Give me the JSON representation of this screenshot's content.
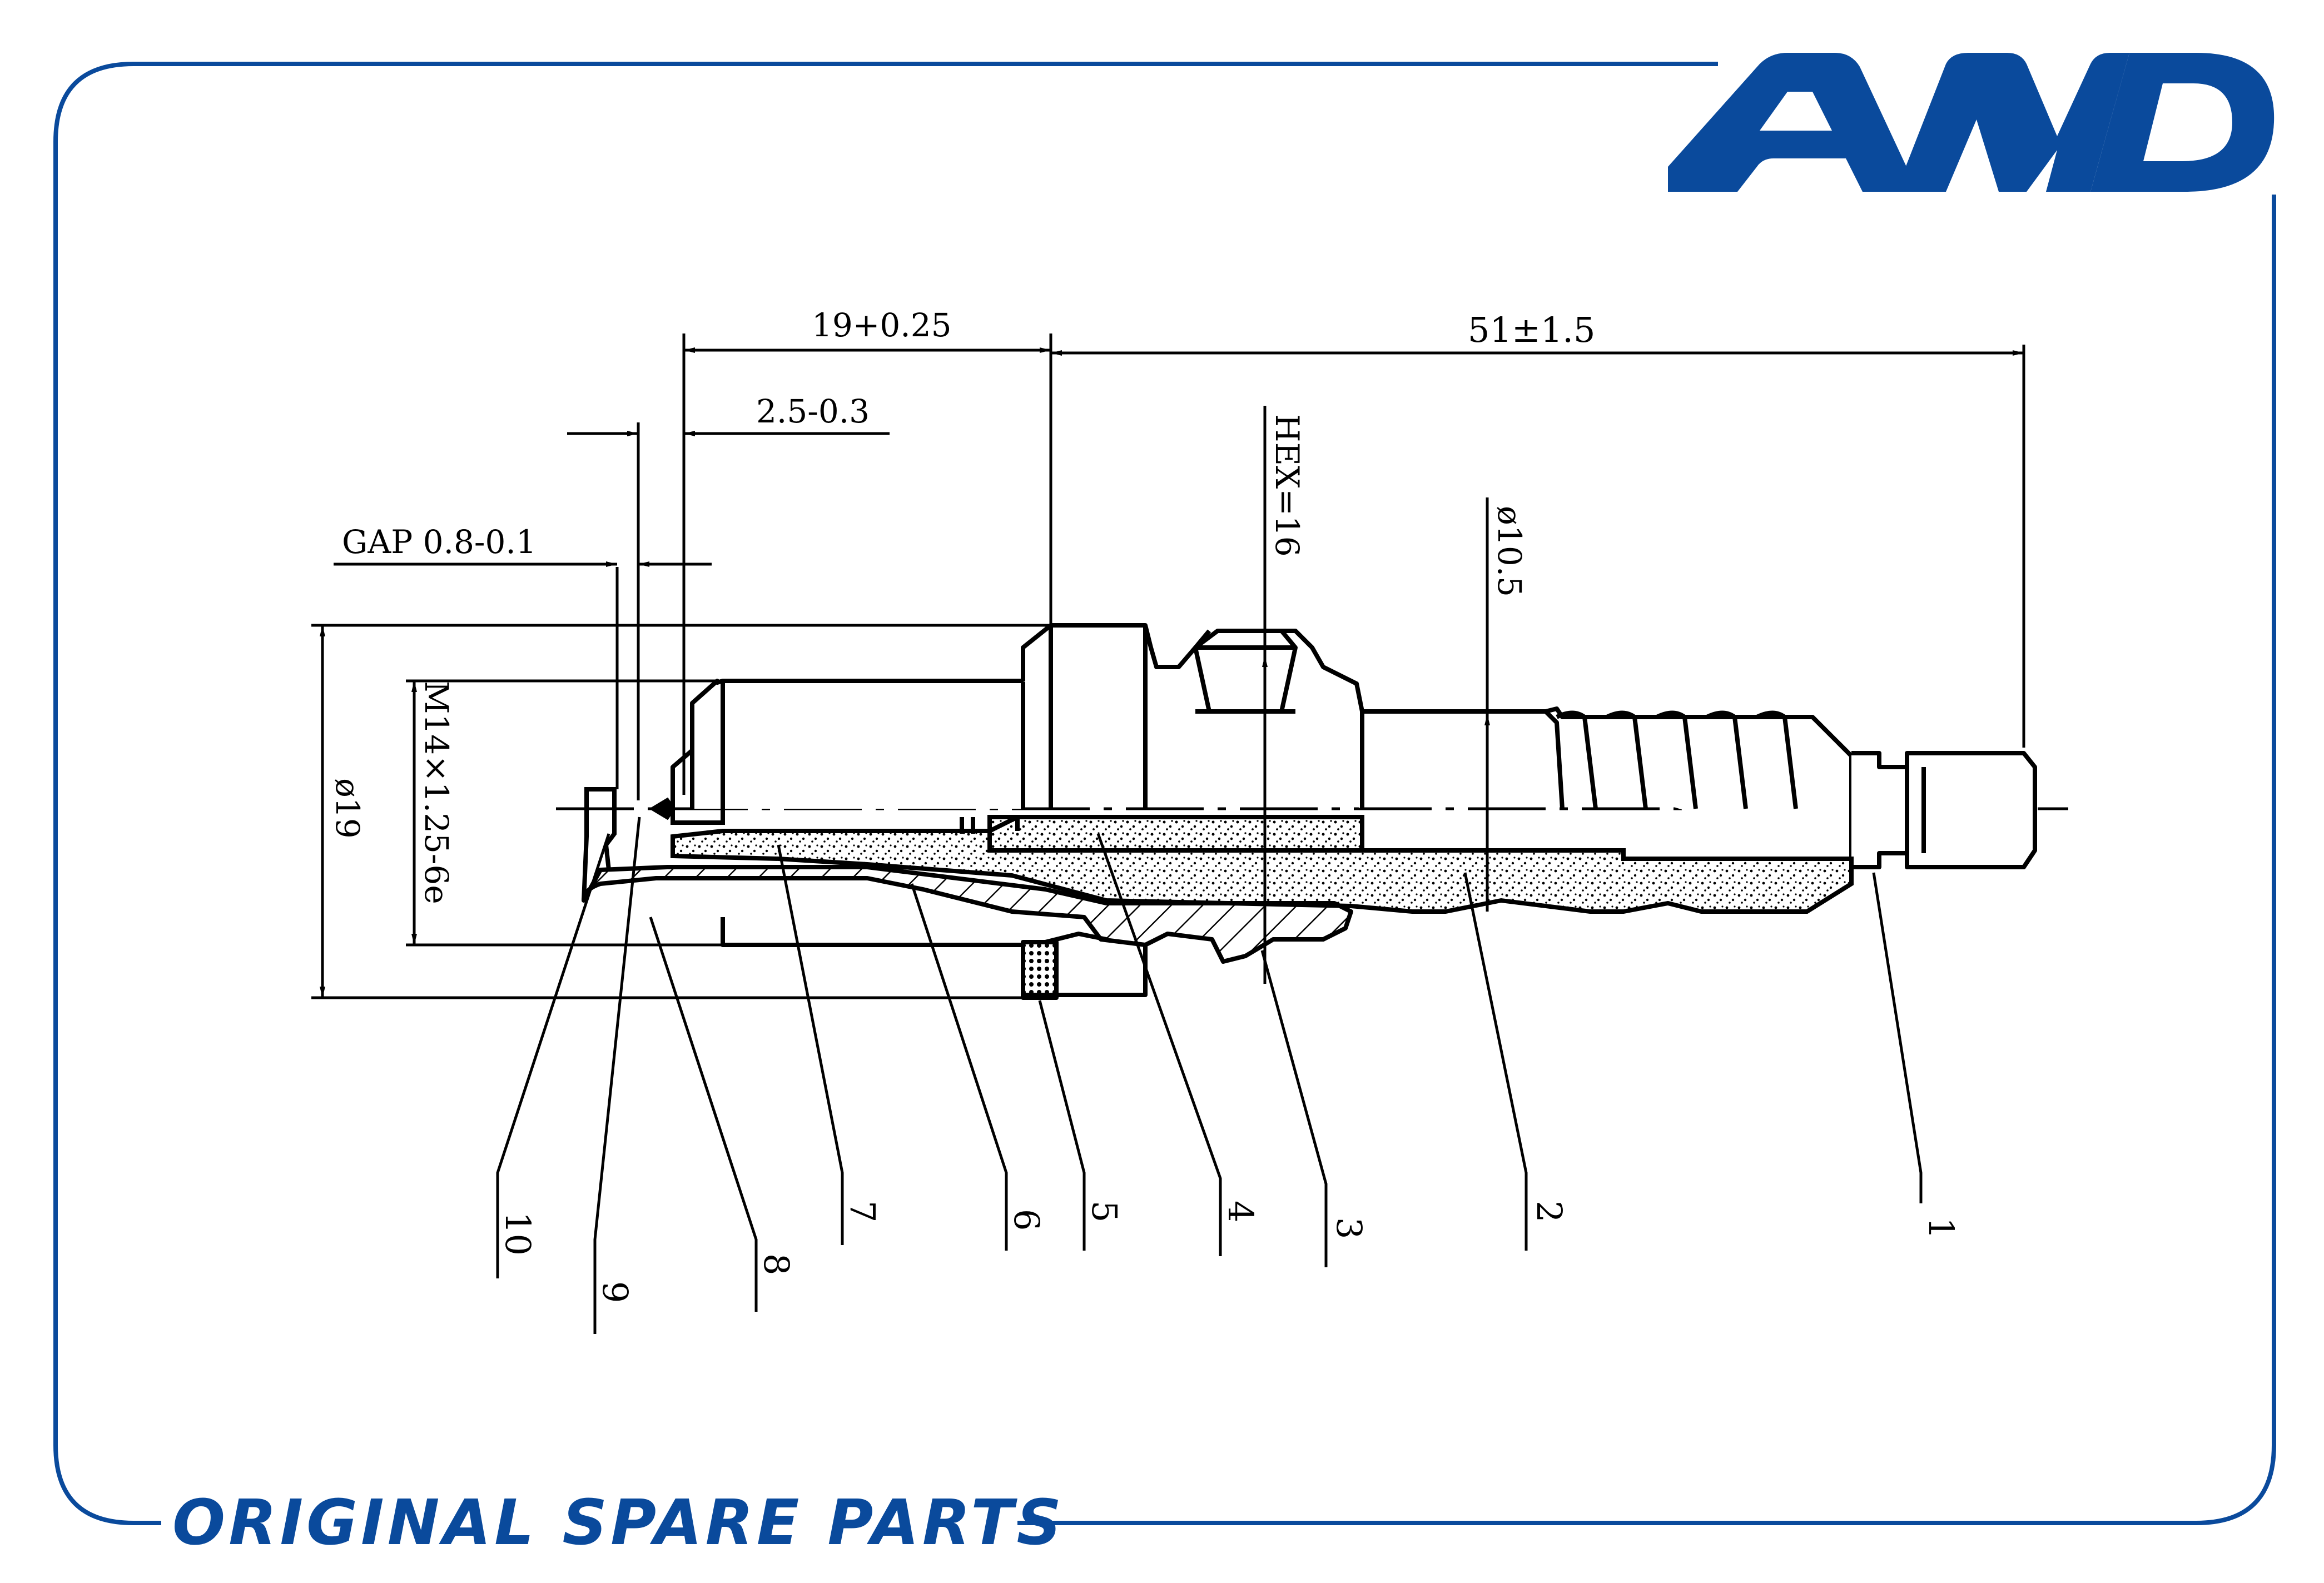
{
  "brand": {
    "logo_text": "AMD",
    "tagline": "ORIGINAL SPARE PARTS",
    "color": "#0a4a9c"
  },
  "dimensions": {
    "length_19": "19+0.25",
    "length_51": "51±1.5",
    "length_2_5": "2.5-0.3",
    "gap": "GAP 0.8-0.1",
    "hex": "HEX=16",
    "dia_10_5": "ø10.5",
    "dia_19": "ø19",
    "thread": "M14×1.25-6e"
  },
  "callouts": [
    "1",
    "2",
    "3",
    "4",
    "5",
    "6",
    "7",
    "8",
    "9",
    "10"
  ],
  "colors": {
    "line": "#000000",
    "frame": "#0a4a9c"
  }
}
